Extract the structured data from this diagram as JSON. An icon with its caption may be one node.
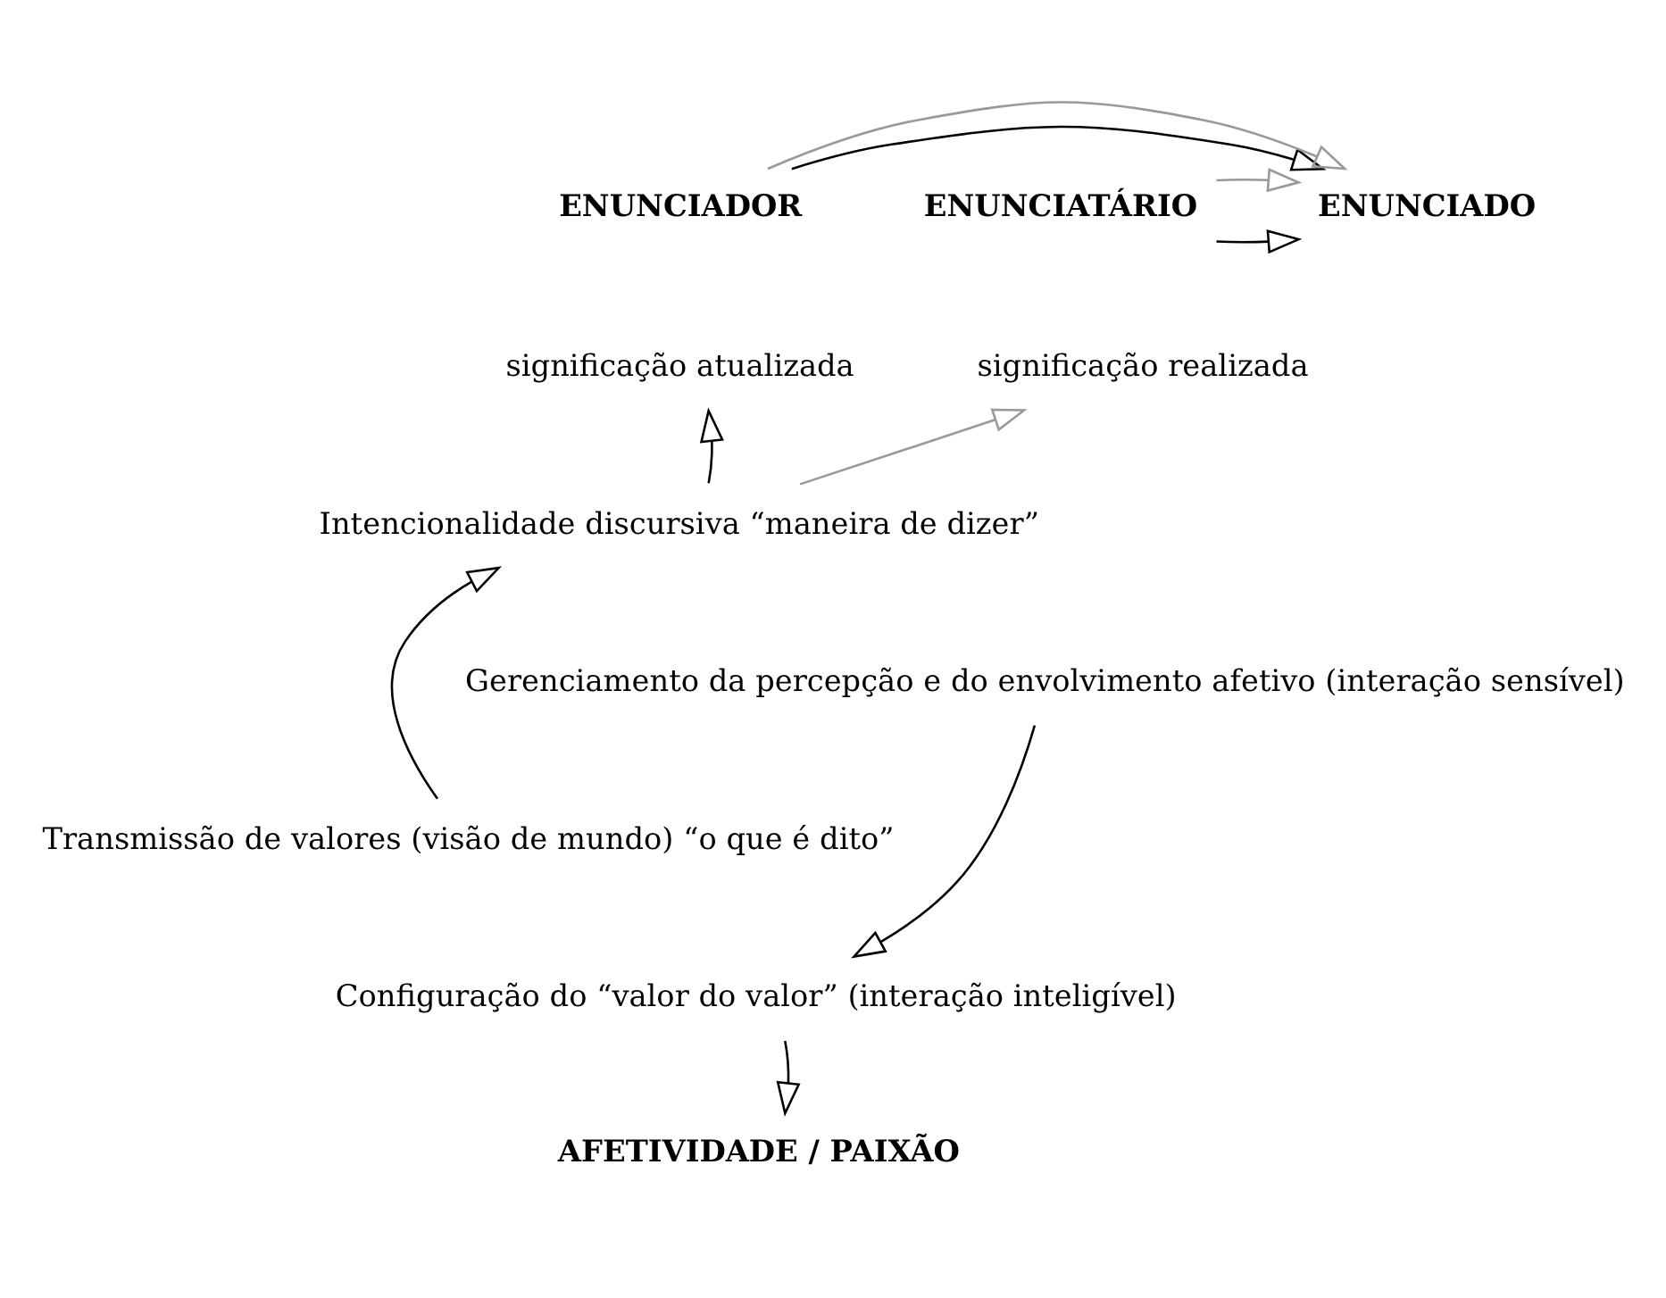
{
  "diagram": {
    "nodes": [
      {
        "text": [
          "ENUNCIADOR"
        ]
      },
      {
        "text": [
          "ENUNCIADO"
        ]
      },
      {
        "text": [
          "ENUNCIATÁRIO"
        ]
      },
      {
        "text": [
          "significação atualizada"
        ]
      },
      {
        "text": [
          "significação realizada"
        ]
      },
      {
        "text": [
          "Intencionalidade discursiva “maneira de dizer”"
        ]
      },
      {
        "text": [
          "Transmissão de valores (visão de mundo) “o que é dito”"
        ]
      },
      {
        "text": [
          "Gerenciamento da percepção e do envolvimento afetivo (interação sensível)"
        ]
      },
      {
        "text": [
          "Configuração do “valor do valor” (interação inteligível)"
        ]
      },
      {
        "text": [
          "AFETIVIDADE / PAIXÃO"
        ]
      }
    ],
    "edges": [
      {
        "from": 0,
        "to": 1,
        "arrow": "to"
      },
      {
        "from": 2,
        "to": 1,
        "arrow": "to"
      },
      {
        "from": 0,
        "to": 1,
        "arrow": "to",
        "color": "#999999"
      },
      {
        "from": 2,
        "to": 1,
        "arrow": "to",
        "color": "#999999"
      },
      {
        "from": 5,
        "to": 3,
        "arrow": "to"
      },
      {
        "from": 6,
        "to": 5,
        "arrow": "to"
      },
      {
        "from": 5,
        "to": 4,
        "arrow": "to",
        "color": "#999999"
      },
      {
        "from": 7,
        "to": 8,
        "arrow": "to"
      },
      {
        "from": 8,
        "to": 9,
        "arrow": "to"
      }
    ]
  }
}
